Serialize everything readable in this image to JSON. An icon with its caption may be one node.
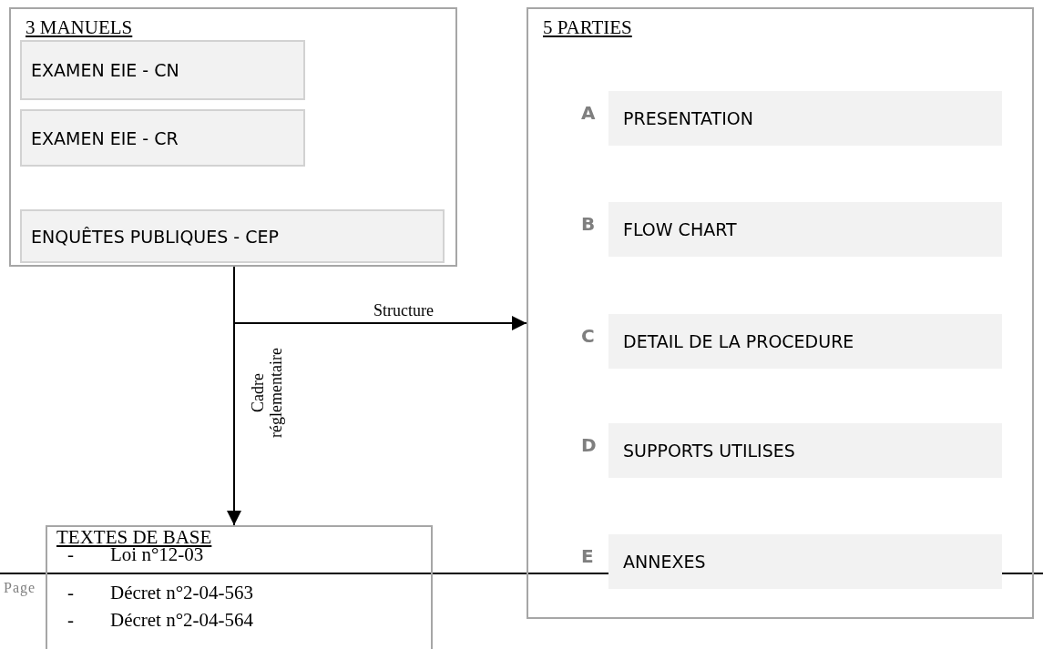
{
  "diagram": {
    "nodes": [
      {
        "text": [
          "3 MANUELS"
        ]
      },
      {
        "text": [
          "EXAMEN EIE - CN"
        ],
        "in": 0
      },
      {
        "text": [
          "EXAMEN EIE - CR"
        ],
        "in": 0
      },
      {
        "text": [
          "ENQUÊTES PUBLIQUES - CEP"
        ],
        "in": 0
      },
      {
        "text": [
          "5 PARTIES"
        ]
      },
      {
        "text": [
          "PRESENTATION"
        ],
        "in": 4,
        "beside": [
          "A"
        ]
      },
      {
        "text": [
          "FLOW CHART"
        ],
        "in": 4,
        "beside": [
          "B"
        ]
      },
      {
        "text": [
          "DETAIL DE LA PROCEDURE"
        ],
        "in": 4,
        "beside": [
          "C"
        ]
      },
      {
        "text": [
          "SUPPORTS UTILISES"
        ],
        "in": 4,
        "beside": [
          "D"
        ]
      },
      {
        "text": [
          "ANNEXES"
        ],
        "in": 4,
        "beside": [
          "E"
        ]
      },
      {
        "text": [
          "TEXTES DE BASE",
          "Loi n°12-03",
          "Décret n°2-04-563",
          "Décret n°2-04-564"
        ]
      }
    ],
    "edges": [
      {
        "from": 0,
        "to": 4,
        "arrow": "to",
        "label": "Structure"
      },
      {
        "from": 0,
        "to": 10,
        "arrow": "to",
        "label": "Cadre réglementaire"
      }
    ],
    "labels": [
      "-",
      "-",
      "-",
      "Page"
    ]
  }
}
